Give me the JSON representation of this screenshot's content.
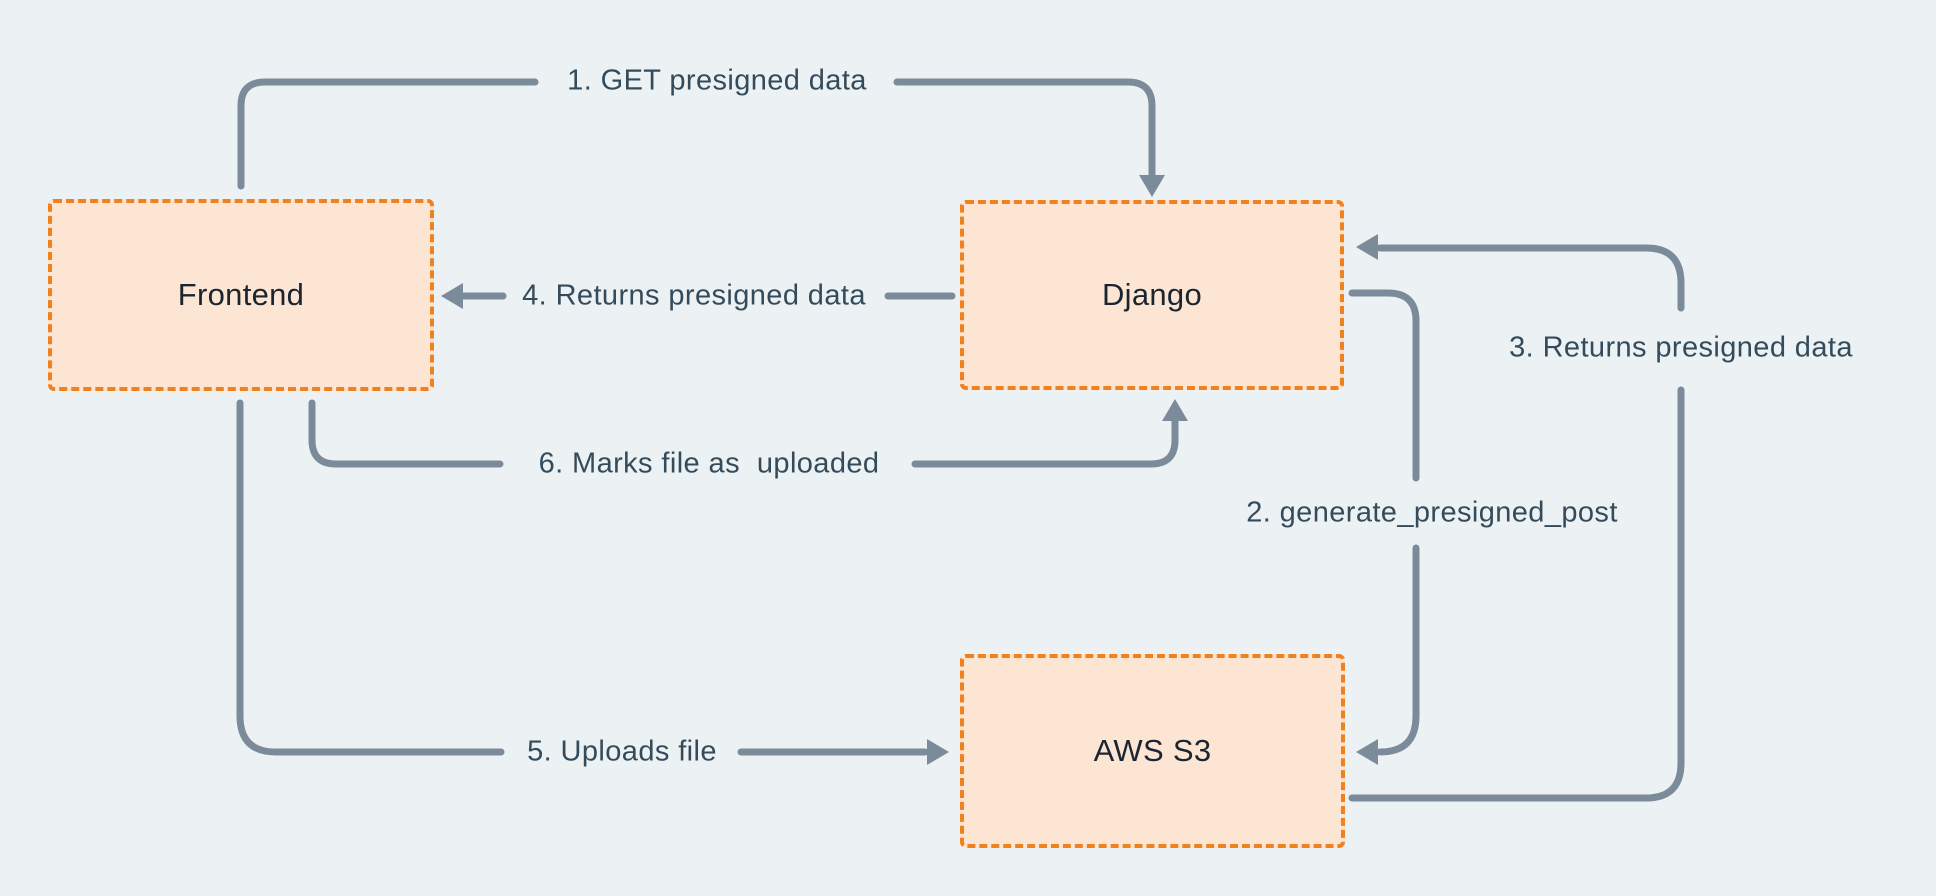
{
  "colors": {
    "background": "#ecf1f4",
    "node_fill": "#fce5d3",
    "node_border": "#f1801f",
    "node_text": "#1b2531",
    "arrow_line": "#7b8b99",
    "edge_label_text": "#344b5c"
  },
  "nodes": [
    {
      "id": "frontend",
      "label": "Frontend"
    },
    {
      "id": "django",
      "label": "Django"
    },
    {
      "id": "aws-s3",
      "label": "AWS S3"
    }
  ],
  "edges": [
    {
      "step": "1",
      "label": "1. GET presigned data",
      "from": "frontend",
      "to": "django"
    },
    {
      "step": "2",
      "label": "2. generate_presigned_post",
      "from": "django",
      "to": "aws-s3"
    },
    {
      "step": "3",
      "label": "3. Returns presigned data",
      "from": "aws-s3",
      "to": "django"
    },
    {
      "step": "4",
      "label": "4. Returns presigned data",
      "from": "django",
      "to": "frontend"
    },
    {
      "step": "5",
      "label": "5. Uploads file",
      "from": "frontend",
      "to": "aws-s3"
    },
    {
      "step": "6",
      "label": "6. Marks file as  uploaded",
      "from": "frontend",
      "to": "django"
    }
  ]
}
